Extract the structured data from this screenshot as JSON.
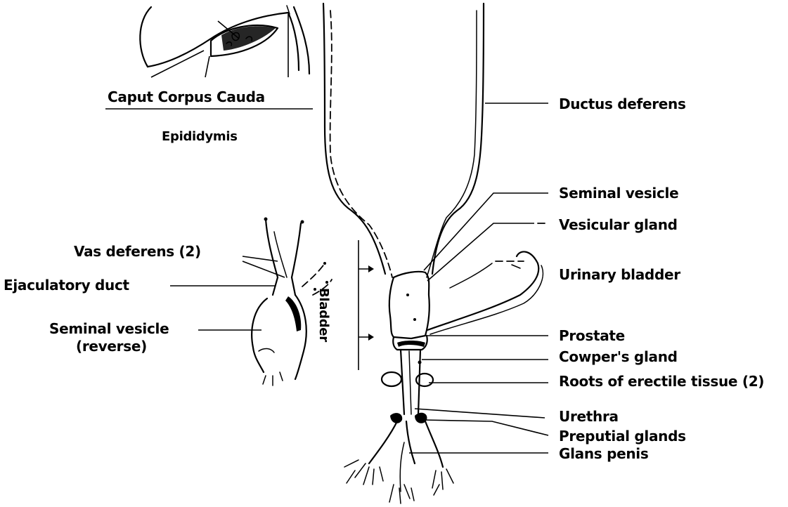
{
  "labels": {
    "ductus_deferens": "Ductus deferens",
    "seminal_vesicle": "Seminal vesicle",
    "vesicular_gland": "Vesicular gland",
    "urinary_bladder": "Urinary bladder",
    "prostate": "Prostate",
    "cowpers_gland": "Cowper's gland",
    "roots_erectile": "Roots of erectile tissue (2)",
    "urethra": "Urethra",
    "preputial_glands": "Preputial glands",
    "glans_penis": "Glans penis",
    "caput_corpus_cauda": "Caput Corpus Cauda",
    "epididymis": "Epididymis",
    "vas_deferens": "Vas deferens (2)",
    "ejaculatory_duct": "Ejaculatory duct",
    "seminal_vesicle_reverse_1": "Seminal vesicle",
    "seminal_vesicle_reverse_2": "(reverse)",
    "bladder": "Bladder"
  }
}
